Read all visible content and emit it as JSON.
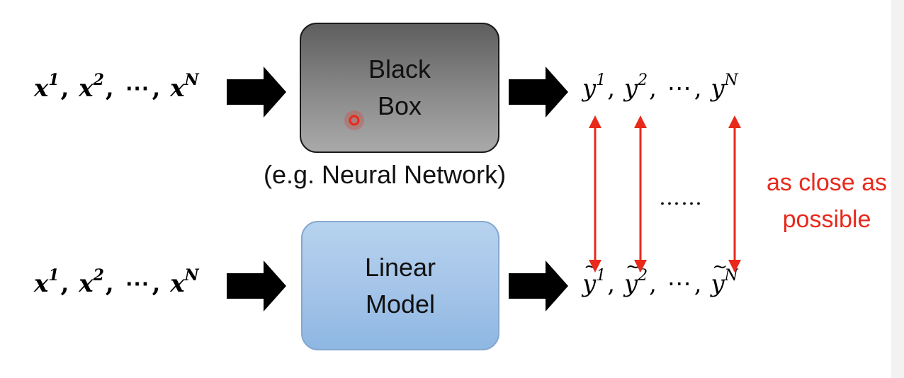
{
  "inputs_top": {
    "base": "x",
    "terms": [
      "1",
      "2",
      "N"
    ],
    "ellipsis": "⋯"
  },
  "inputs_bottom": {
    "base": "x",
    "terms": [
      "1",
      "2",
      "N"
    ],
    "ellipsis": "⋯"
  },
  "outputs_top": {
    "base": "y",
    "terms": [
      "1",
      "2",
      "N"
    ],
    "ellipsis": "⋯"
  },
  "outputs_bottom": {
    "base": "y",
    "terms": [
      "1",
      "2",
      "N"
    ],
    "ellipsis": "⋯"
  },
  "black_box": {
    "line1": "Black",
    "line2": "Box",
    "caption": "(e.g. Neural Network)"
  },
  "linear_model": {
    "line1": "Linear",
    "line2": "Model"
  },
  "comparison": {
    "line1": "as close as",
    "line2": "possible",
    "dots": "……"
  },
  "colors": {
    "arrow": "#000000",
    "compare_arrow": "#e8291c",
    "pointer": "#e8291c",
    "black_box_fill": "#7a7a7a",
    "linear_box_fill": "#a6c5e9"
  }
}
